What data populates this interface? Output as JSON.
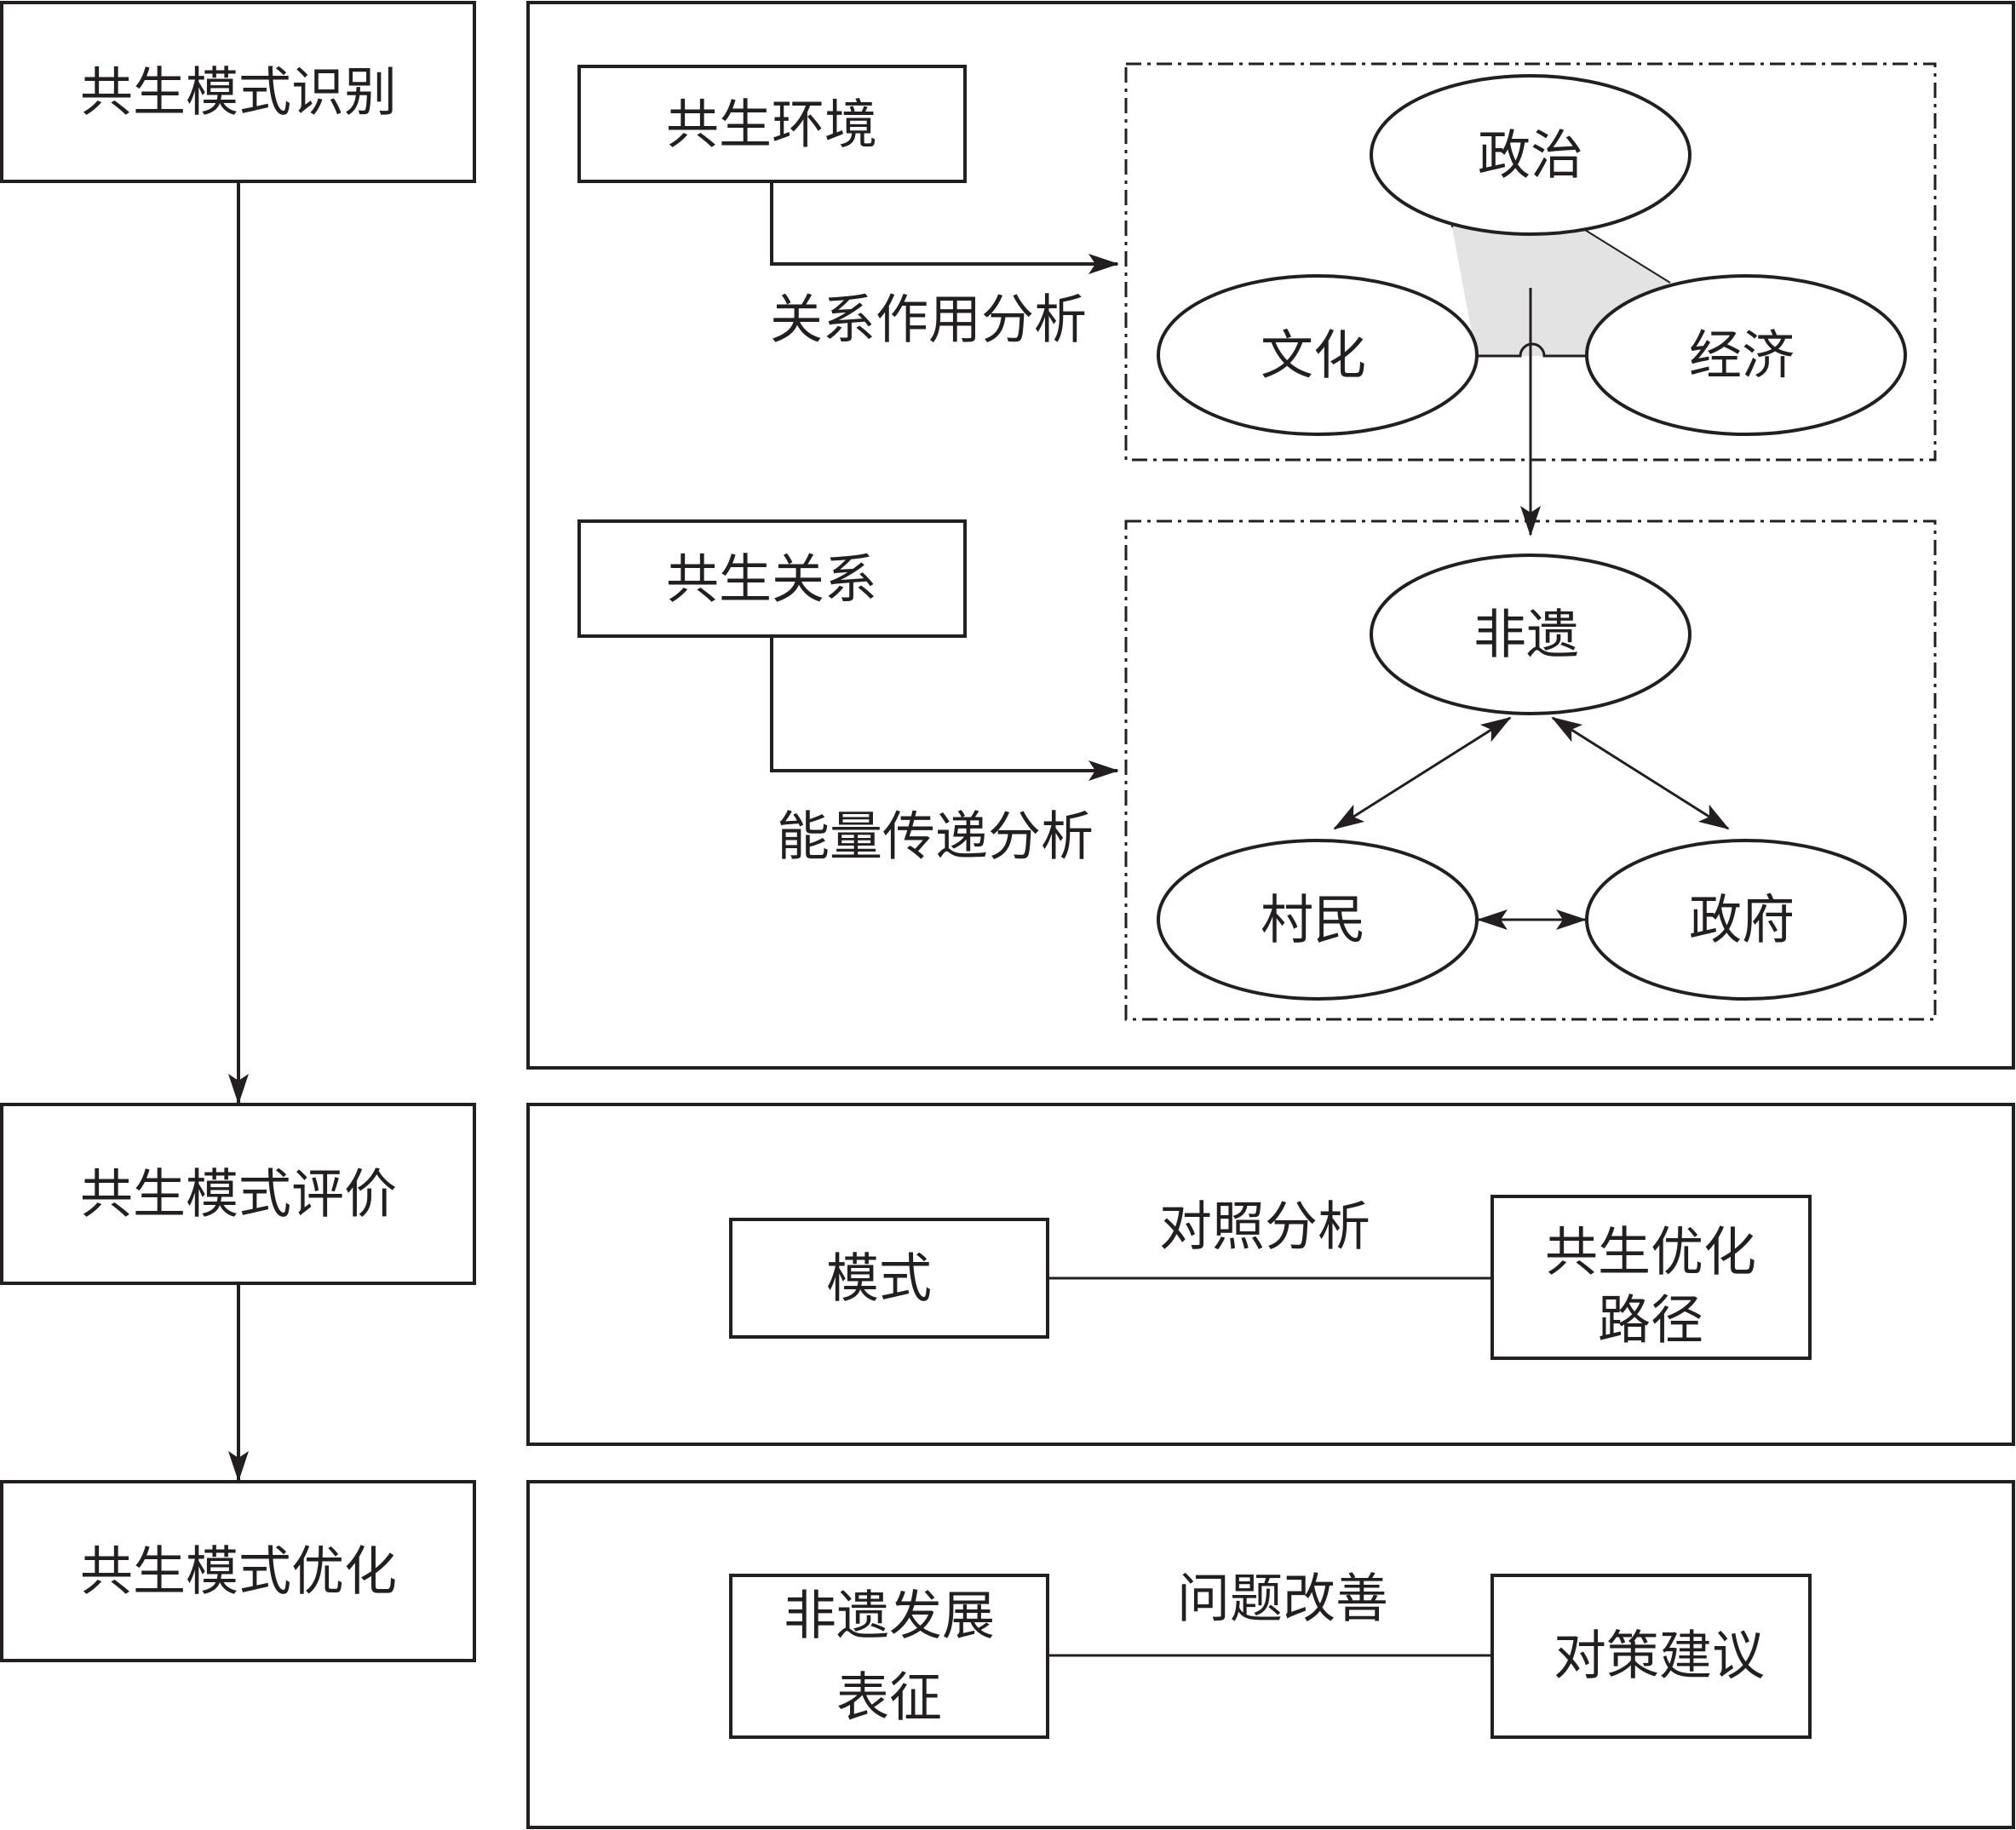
{
  "colors": {
    "ink": "#231f20",
    "shade": "#e3e3e3",
    "paper": "#ffffff"
  },
  "stages": {
    "identify": "共生模式识别",
    "evaluate": "共生模式评价",
    "optimize": "共生模式优化"
  },
  "identify_panel": {
    "environment_box": "共生环境",
    "relation_box": "共生关系",
    "relation_analysis_label": "关系作用分析",
    "energy_analysis_label": "能量传递分析",
    "environment_group": {
      "politics": "政治",
      "culture": "文化",
      "economy": "经济"
    },
    "relation_group": {
      "heritage": "非遗",
      "villagers": "村民",
      "government": "政府"
    }
  },
  "evaluate_panel": {
    "mode_box": "模式",
    "comparison_label": "对照分析",
    "path_box": [
      "共生优化",
      "路径"
    ]
  },
  "optimize_panel": {
    "heritage_box": [
      "非遗发展",
      "表征"
    ],
    "improvement_label": "问题改善",
    "suggestion_box": "对策建议"
  }
}
